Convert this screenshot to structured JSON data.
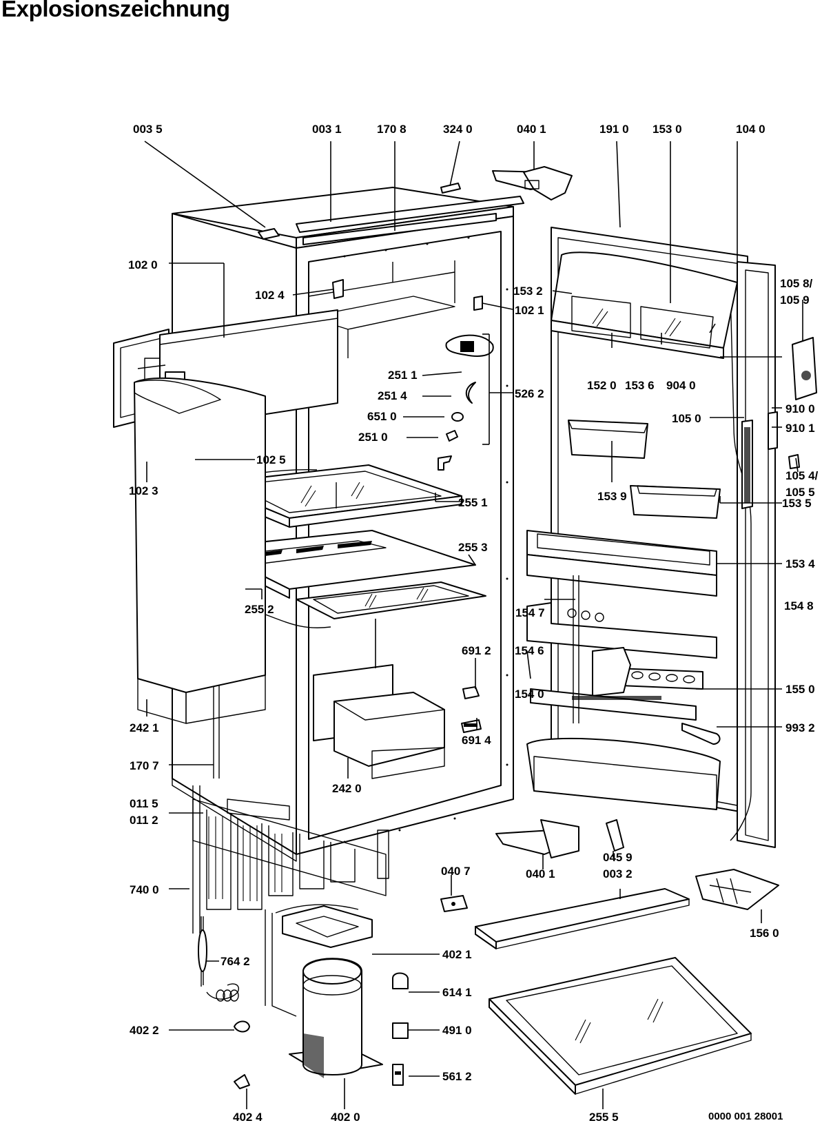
{
  "title": "Explosionszeichnung",
  "drawing_number": "0000 001 28001",
  "parts": [
    {
      "id": "p0035",
      "label": "003 5"
    },
    {
      "id": "p0031",
      "label": "003 1"
    },
    {
      "id": "p1708",
      "label": "170 8"
    },
    {
      "id": "p3240",
      "label": "324 0"
    },
    {
      "id": "p0401a",
      "label": "040 1"
    },
    {
      "id": "p1910",
      "label": "191 0"
    },
    {
      "id": "p1530",
      "label": "153 0"
    },
    {
      "id": "p1040",
      "label": "104 0"
    },
    {
      "id": "p1058",
      "label": "105 8/"
    },
    {
      "id": "p1059",
      "label": "105 9"
    },
    {
      "id": "p1020",
      "label": "102 0"
    },
    {
      "id": "p1024",
      "label": "102 4"
    },
    {
      "id": "p1021",
      "label": "102 1"
    },
    {
      "id": "p1532",
      "label": "153 2"
    },
    {
      "id": "p2511",
      "label": "251 1"
    },
    {
      "id": "p2514",
      "label": "251 4"
    },
    {
      "id": "p6510",
      "label": "651 0"
    },
    {
      "id": "p2510",
      "label": "251 0"
    },
    {
      "id": "p5262",
      "label": "526 2"
    },
    {
      "id": "p1520",
      "label": "152 0"
    },
    {
      "id": "p1536",
      "label": "153 6"
    },
    {
      "id": "p9040",
      "label": "904 0"
    },
    {
      "id": "p9100",
      "label": "910 0"
    },
    {
      "id": "p1050",
      "label": "105 0"
    },
    {
      "id": "p9101",
      "label": "910 1"
    },
    {
      "id": "p1025",
      "label": "102 5"
    },
    {
      "id": "p1023",
      "label": "102 3"
    },
    {
      "id": "p1054",
      "label": "105 4/"
    },
    {
      "id": "p1055",
      "label": "105 5"
    },
    {
      "id": "p1539",
      "label": "153 9"
    },
    {
      "id": "p1535",
      "label": "153 5"
    },
    {
      "id": "p2551",
      "label": "255 1"
    },
    {
      "id": "p2553",
      "label": "255 3"
    },
    {
      "id": "p1534",
      "label": "153 4"
    },
    {
      "id": "p2552",
      "label": "255 2"
    },
    {
      "id": "p1548",
      "label": "154 8"
    },
    {
      "id": "p1547",
      "label": "154 7"
    },
    {
      "id": "p6912",
      "label": "691 2"
    },
    {
      "id": "p1546",
      "label": "154 6"
    },
    {
      "id": "p1550",
      "label": "155 0"
    },
    {
      "id": "p1540",
      "label": "154 0"
    },
    {
      "id": "p2421",
      "label": "242 1"
    },
    {
      "id": "p6914",
      "label": "691 4"
    },
    {
      "id": "p9932",
      "label": "993 2"
    },
    {
      "id": "p1707",
      "label": "170 7"
    },
    {
      "id": "p2420",
      "label": "242 0"
    },
    {
      "id": "p0115",
      "label": "011 5"
    },
    {
      "id": "p0112",
      "label": "011 2"
    },
    {
      "id": "p0459",
      "label": "045 9"
    },
    {
      "id": "p0032",
      "label": "003 2"
    },
    {
      "id": "p0401b",
      "label": "040 1"
    },
    {
      "id": "p0407",
      "label": "040 7"
    },
    {
      "id": "p7400",
      "label": "740 0"
    },
    {
      "id": "p1560",
      "label": "156 0"
    },
    {
      "id": "p4021",
      "label": "402 1"
    },
    {
      "id": "p7642",
      "label": "764 2"
    },
    {
      "id": "p6141",
      "label": "614 1"
    },
    {
      "id": "p4022",
      "label": "402 2"
    },
    {
      "id": "p4910",
      "label": "491 0"
    },
    {
      "id": "p5612",
      "label": "561 2"
    },
    {
      "id": "p4024",
      "label": "402 4"
    },
    {
      "id": "p4020",
      "label": "402 0"
    },
    {
      "id": "p2555",
      "label": "255 5"
    }
  ]
}
